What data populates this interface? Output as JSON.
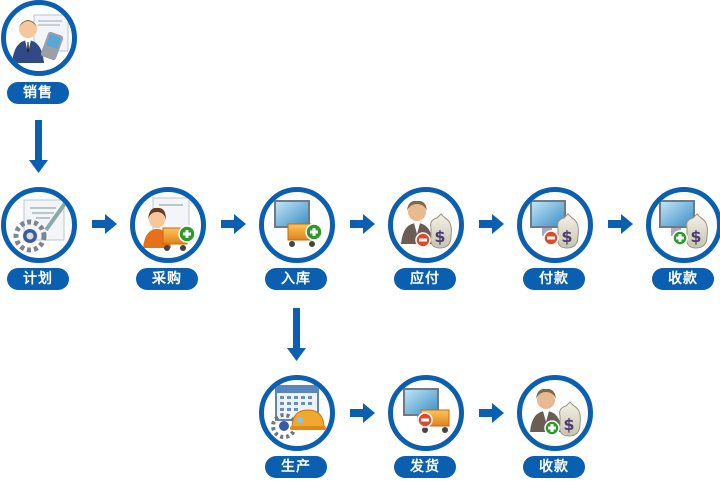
{
  "colors": {
    "accent": "#0b5fb0",
    "label_text": "#ffffff",
    "background": "#ffffff"
  },
  "nodes": {
    "sales": {
      "label": "销售",
      "icon": "salesperson-phone-icon"
    },
    "plan": {
      "label": "计划",
      "icon": "plan-gear-document-icon"
    },
    "purchase": {
      "label": "采购",
      "icon": "buyer-cart-add-icon"
    },
    "stock_in": {
      "label": "入库",
      "icon": "monitor-cart-add-icon"
    },
    "payable": {
      "label": "应付",
      "icon": "person-money-minus-icon"
    },
    "payment": {
      "label": "付款",
      "icon": "monitor-money-minus-icon"
    },
    "receipt_1": {
      "label": "收款",
      "icon": "monitor-money-plus-icon"
    },
    "production": {
      "label": "生产",
      "icon": "calendar-gear-helmet-icon"
    },
    "shipping": {
      "label": "发货",
      "icon": "monitor-cart-minus-icon"
    },
    "receipt_2": {
      "label": "收款",
      "icon": "person-money-plus-icon"
    }
  }
}
